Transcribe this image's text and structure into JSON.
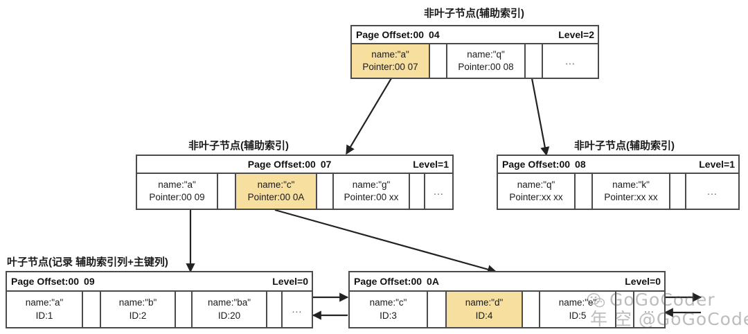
{
  "diagram": {
    "title_root": "非叶子节点(辅助索引)",
    "captions": {
      "root": "非叶子节点(辅助索引)",
      "internal_left": "非叶子节点(辅助索引)",
      "internal_right": "非叶子节点(辅助索引)",
      "leaf_left": "叶子节点(记录 辅助索引列+主键列)"
    },
    "colors": {
      "highlight": "#f7dfa0",
      "border": "#4a4a4a",
      "text": "#1a1a1a",
      "arrow": "#222222"
    },
    "nodes": {
      "root": {
        "page_offset_label": "Page Offset:00",
        "page_offset_value": "04",
        "level_label": "Level=2",
        "cells": [
          {
            "kind": "data",
            "name": "name:\"a\"",
            "pointer": "Pointer:00 07",
            "highlight": true
          },
          {
            "kind": "spacer"
          },
          {
            "kind": "data",
            "name": "name:\"q\"",
            "pointer": "Pointer:00 08",
            "highlight": false
          },
          {
            "kind": "spacer"
          },
          {
            "kind": "ellipsis",
            "text": "..."
          }
        ]
      },
      "internal_left": {
        "page_offset_label": "Page Offset:00",
        "page_offset_value": "07",
        "level_label": "Level=1",
        "cells": [
          {
            "kind": "data",
            "name": "name:\"a\"",
            "pointer": "Pointer:00 09",
            "highlight": false
          },
          {
            "kind": "spacer"
          },
          {
            "kind": "data",
            "name": "name:\"c\"",
            "pointer": "Pointer:00 0A",
            "highlight": true
          },
          {
            "kind": "spacer"
          },
          {
            "kind": "data",
            "name": "name:\"g\"",
            "pointer": "Pointer:00 xx",
            "highlight": false
          },
          {
            "kind": "spacer"
          },
          {
            "kind": "ellipsis",
            "text": "..."
          }
        ]
      },
      "internal_right": {
        "page_offset_label": "Page Offset:00",
        "page_offset_value": "08",
        "level_label": "Level=1",
        "cells": [
          {
            "kind": "data",
            "name": "name:\"q\"",
            "pointer": "Pointer:xx xx",
            "highlight": false
          },
          {
            "kind": "spacer"
          },
          {
            "kind": "data",
            "name": "name:\"k\"",
            "pointer": "Pointer:xx xx",
            "highlight": false
          },
          {
            "kind": "spacer"
          },
          {
            "kind": "ellipsis",
            "text": "..."
          }
        ]
      },
      "leaf_left": {
        "page_offset_label": "Page Offset:00",
        "page_offset_value": "09",
        "level_label": "Level=0",
        "cells": [
          {
            "kind": "data",
            "name": "name:\"a\"",
            "pointer": "ID:1",
            "highlight": false
          },
          {
            "kind": "spacer"
          },
          {
            "kind": "data",
            "name": "name:\"b\"",
            "pointer": "ID:2",
            "highlight": false
          },
          {
            "kind": "spacer"
          },
          {
            "kind": "data",
            "name": "name:\"ba\"",
            "pointer": "ID:20",
            "highlight": false
          },
          {
            "kind": "spacer"
          },
          {
            "kind": "ellipsis",
            "text": "..."
          }
        ]
      },
      "leaf_right": {
        "page_offset_label": "Page Offset:00",
        "page_offset_value": "0A",
        "level_label": "Level=0",
        "cells": [
          {
            "kind": "data",
            "name": "name:\"c\"",
            "pointer": "ID:3",
            "highlight": false
          },
          {
            "kind": "spacer"
          },
          {
            "kind": "data",
            "name": "name:\"d\"",
            "pointer": "ID:4",
            "highlight": true
          },
          {
            "kind": "spacer"
          },
          {
            "kind": "data",
            "name": "name:\"e\"",
            "pointer": "ID:5",
            "highlight": false
          },
          {
            "kind": "spacer"
          },
          {
            "kind": "ellipsis",
            "text": "..."
          }
        ]
      }
    },
    "watermark": {
      "line1": "GoGoCoder",
      "line2": "年 空 @GoGoCoder",
      "icon": "wechat-icon"
    }
  }
}
